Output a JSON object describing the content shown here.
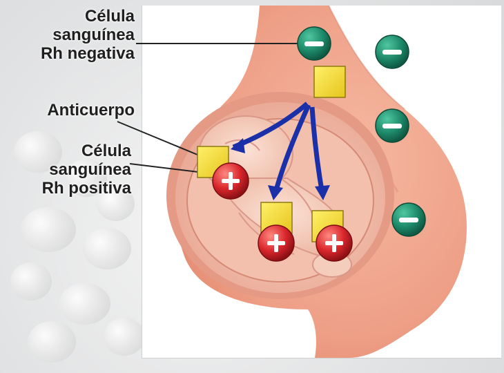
{
  "labels": {
    "rh_negative": {
      "line1": "Célula",
      "line2": "sanguínea",
      "line3": "Rh negativa"
    },
    "antibody": {
      "line1": "Anticuerpo"
    },
    "rh_positive": {
      "line1": "Célula",
      "line2": "sanguínea",
      "line3": "Rh positiva"
    }
  },
  "symbols": {
    "negative": "−",
    "positive": "+"
  },
  "colors": {
    "negative_cell": "#1e8a6a",
    "positive_cell": "#d9262c",
    "antibody": "#f2d62a",
    "arrow": "#1a2fa8",
    "skin": "#f0a88e"
  }
}
